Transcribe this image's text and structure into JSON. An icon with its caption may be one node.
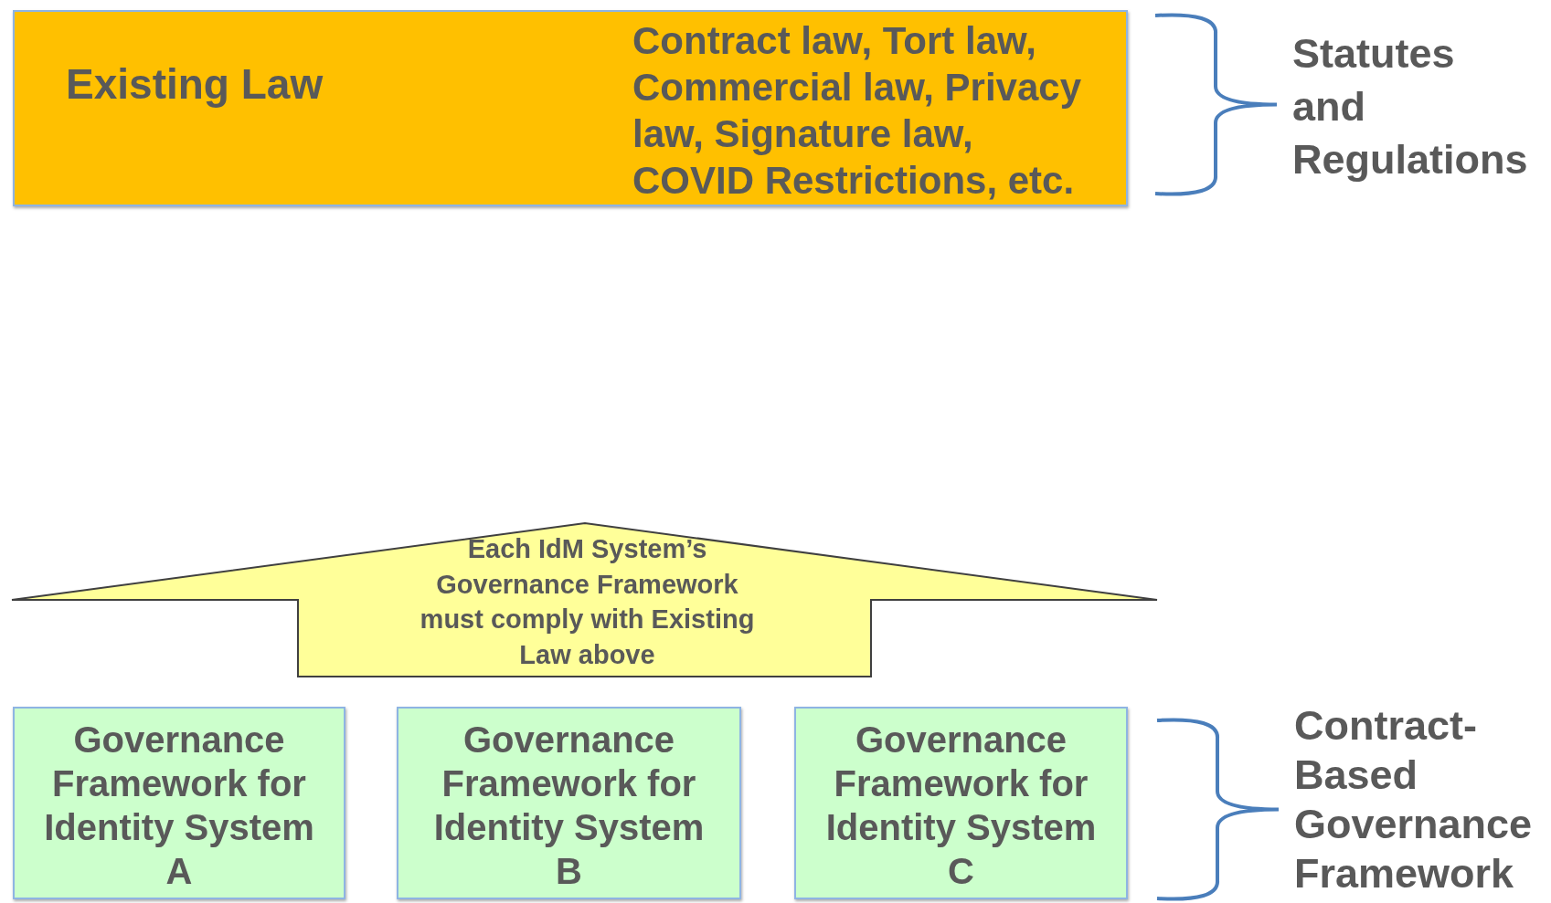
{
  "diagram": {
    "nodes": [
      {
        "text": [
          "Existing Law",
          "Contract law, Tort law, Commercial law, Privacy law, Signature law, COVID Restrictions, etc."
        ]
      },
      {
        "text": [
          "Each IdM System’s Governance Framework must comply with Existing Law above"
        ]
      },
      {
        "text": [
          "Governance Framework for Identity System A"
        ]
      },
      {
        "text": [
          "Governance Framework for Identity System B"
        ]
      },
      {
        "text": [
          "Governance Framework for Identity System C"
        ]
      }
    ],
    "edges": [],
    "labels": [
      "Statutes and Regulations",
      "Contract-Based Governance Framework"
    ]
  }
}
